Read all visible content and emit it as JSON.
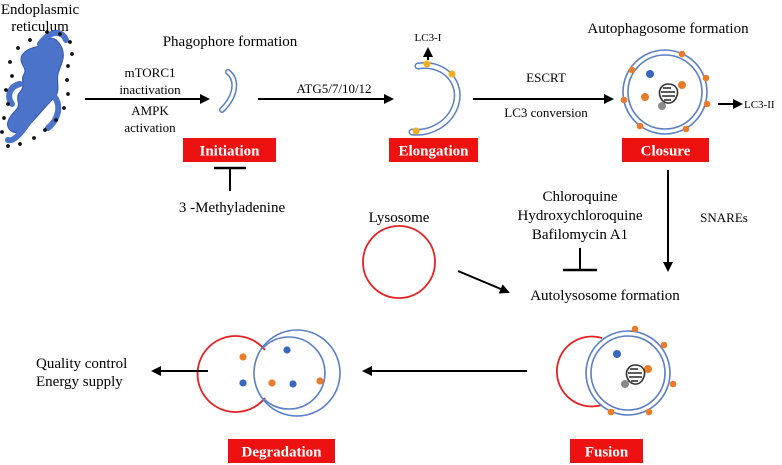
{
  "labels": {
    "er_line1": "Endoplasmic",
    "er_line2": "reticulum",
    "phagophore_formation": "Phagophore formation",
    "mtorc1_line1": "mTORC1",
    "mtorc1_line2": "inactivation",
    "ampk_line1": "AMPK",
    "ampk_line2": "activation",
    "atg": "ATG5/7/10/12",
    "lc3_1": "LC3-I",
    "escrt": "ESCRT",
    "lc3_conversion": "LC3 conversion",
    "autophagosome_formation": "Autophagosome formation",
    "lc3_2": "LC3-II",
    "methyladenine": "3 -Methyladenine",
    "inhibitor_1": "Chloroquine",
    "inhibitor_2": "Hydroxychloroquine",
    "inhibitor_3": "Bafilomycin A1",
    "snares": "SNAREs",
    "lysosome": "Lysosome",
    "autolysosome_formation": "Autolysosome formation",
    "outcome_1": "Quality control",
    "outcome_2": "Energy supply"
  },
  "stages": {
    "initiation": "Initiation",
    "elongation": "Elongation",
    "closure": "Closure",
    "degradation": "Degradation",
    "fusion": "Fusion"
  },
  "colors": {
    "stage_box": "#ee1111",
    "stage_text": "#ffffff",
    "er_blue": "#4a73c9",
    "membrane": "#5a7fc4",
    "lysosome_red": "#e52222",
    "dot_orange": "#e97b2c",
    "dot_yellow": "#f2b01e",
    "dot_blue": "#3a66c0",
    "dot_gray": "#8a8a8a"
  }
}
